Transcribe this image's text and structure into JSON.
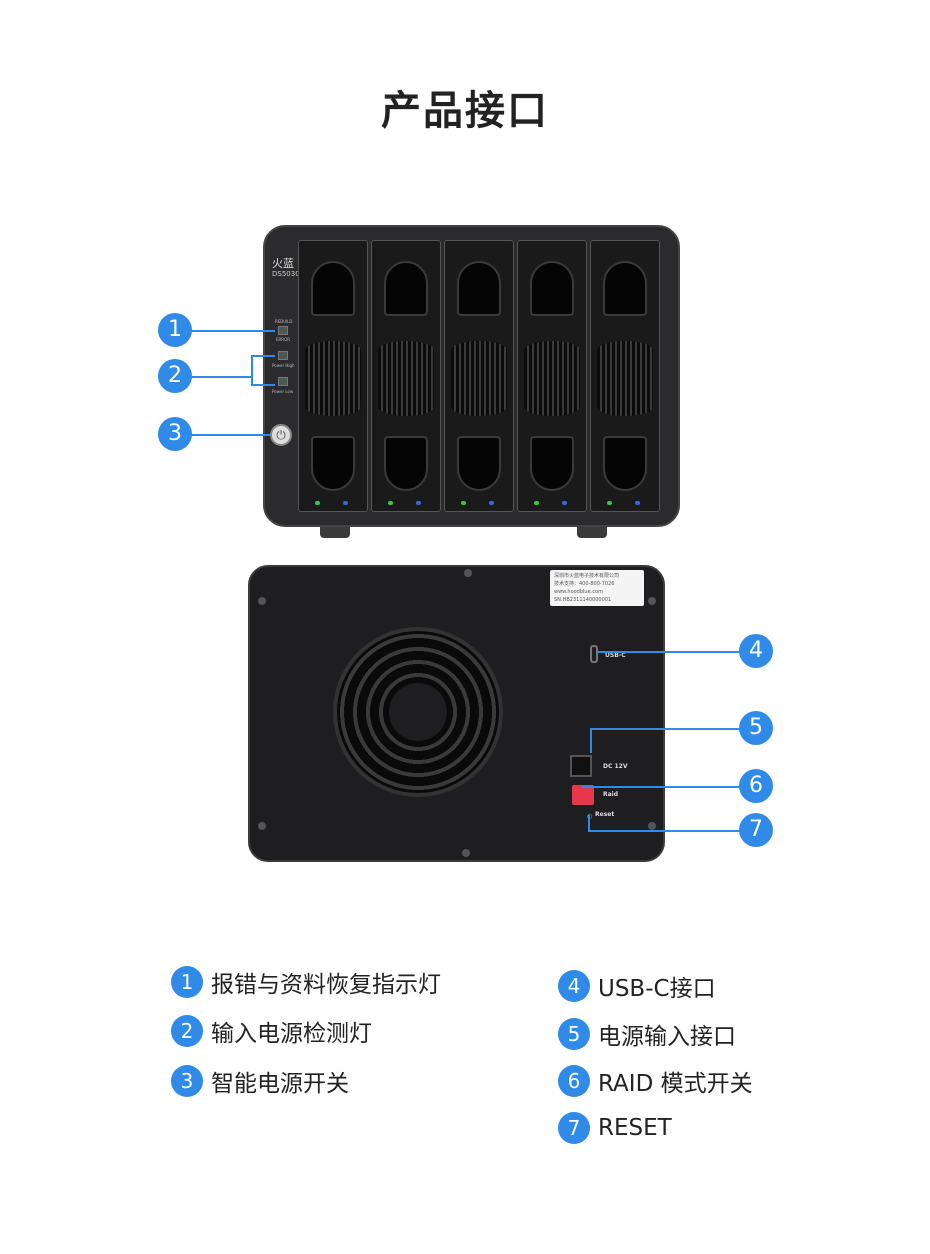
{
  "title": "产品接口",
  "front": {
    "brand": "火蓝",
    "model": "DS5030",
    "ind1_top": "REBUILD",
    "ind1_bottom": "ERROR",
    "ind2": "Power High",
    "ind3": "Power Low"
  },
  "back": {
    "label_line1": "深圳市火蓝电子技术有限公司",
    "label_line2": "技术支持：400-800-7026",
    "label_line3": "www.hoodblue.com",
    "label_line4": "SN:HB2311140000001",
    "usbc": "USB-C",
    "dc": "DC 12V",
    "raid": "Raid",
    "reset": "Reset"
  },
  "callouts": [
    "1",
    "2",
    "3",
    "4",
    "5",
    "6",
    "7"
  ],
  "legend": [
    {
      "num": "1",
      "text": "报错与资料恢复指示灯"
    },
    {
      "num": "2",
      "text": "输入电源检测灯"
    },
    {
      "num": "3",
      "text": "智能电源开关"
    },
    {
      "num": "4",
      "text": "USB-C接口"
    },
    {
      "num": "5",
      "text": "电源输入接口"
    },
    {
      "num": "6",
      "text": "RAID 模式开关"
    },
    {
      "num": "7",
      "text": "RESET"
    }
  ],
  "colors": {
    "accent": "#2f8ae8"
  }
}
